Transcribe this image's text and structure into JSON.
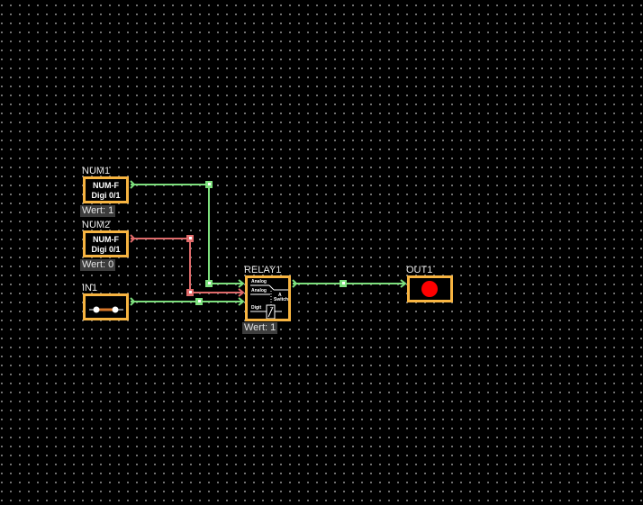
{
  "diagram": {
    "colors": {
      "background": "#000000",
      "grid_dot": "#bdbdbd",
      "block_border": "#f7b441",
      "wire_active": "#7ee07e",
      "wire_inactive": "#e06b6b",
      "value_badge_bg": "#3d3d3d",
      "led_on": "#ff0000"
    },
    "blocks": {
      "num1": {
        "name": "NUM1",
        "type_line1": "NUM-F",
        "type_line2": "Digi 0/1",
        "value": "Wert: 1"
      },
      "num2": {
        "name": "NUM2",
        "type_line1": "NUM-F",
        "type_line2": "Digi 0/1",
        "value": "Wert: 0"
      },
      "in1": {
        "name": "IN1",
        "icon": "toggle-switch-icon",
        "state": "on"
      },
      "relay1": {
        "name": "RELAY1",
        "input1_label": "Analog",
        "input2_label": "Analog",
        "switch_label_line1": "A",
        "switch_label_line2": "Switch",
        "control_label": "Digit",
        "value": "Wert: 1"
      },
      "out1": {
        "name": "OUT1",
        "icon": "led-indicator-icon",
        "state": "on"
      }
    },
    "connections": [
      {
        "from": "NUM1",
        "to": "RELAY1 input 1",
        "state": "active"
      },
      {
        "from": "NUM2",
        "to": "RELAY1 input 2",
        "state": "inactive"
      },
      {
        "from": "IN1",
        "to": "RELAY1 control",
        "state": "active"
      },
      {
        "from": "RELAY1",
        "to": "OUT1",
        "state": "active"
      }
    ]
  }
}
